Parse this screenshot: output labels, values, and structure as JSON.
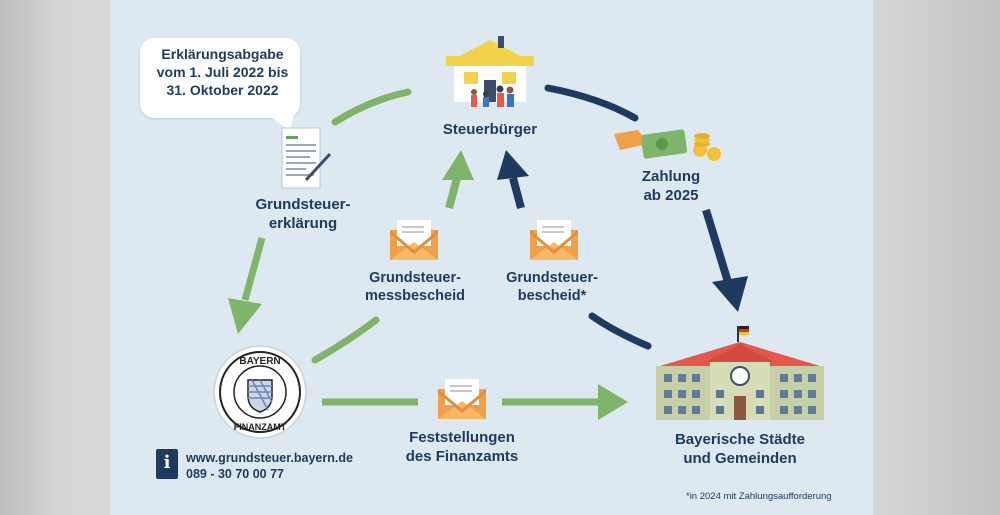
{
  "colors": {
    "background": "#dde8f1",
    "navy": "#1f3a5f",
    "green": "#7fb56a",
    "orange": "#f0a04b"
  },
  "bubble": {
    "lines": [
      "Erklärungsabgabe",
      "vom 1. Juli 2022 bis",
      "31. Oktober 2022"
    ]
  },
  "nodes": {
    "citizen": {
      "label": "Steuerbürger",
      "icon": "house-family-icon"
    },
    "declaration": {
      "lines": [
        "Grundsteuer-",
        "erklärung"
      ],
      "icon": "tax-form-icon"
    },
    "tax_office": {
      "lines": [
        "BAYERN",
        "FINANZAMT"
      ],
      "icon": "bavarian-seal-icon"
    },
    "municipalities": {
      "lines": [
        "Bayerische Städte",
        "und Gemeinden"
      ],
      "icon": "town-hall-icon"
    },
    "payment": {
      "lines": [
        "Zahlung",
        "ab 2025"
      ],
      "icon": "money-hand-icon"
    }
  },
  "letters": {
    "assessment": {
      "lines": [
        "Grundsteuer-",
        "messbescheid"
      ],
      "icon": "envelope-icon"
    },
    "tax_notice": {
      "lines": [
        "Grundsteuer-",
        "bescheid*"
      ],
      "icon": "envelope-icon"
    },
    "findings": {
      "lines": [
        "Feststellungen",
        "des Finanzamts"
      ],
      "icon": "envelope-icon"
    }
  },
  "contact": {
    "website": "www.grundsteuer.bayern.de",
    "phone": "089 - 30 70 00 77",
    "icon": "info-icon"
  },
  "footnote": "*in 2024 mit Zahlungsaufforderung"
}
